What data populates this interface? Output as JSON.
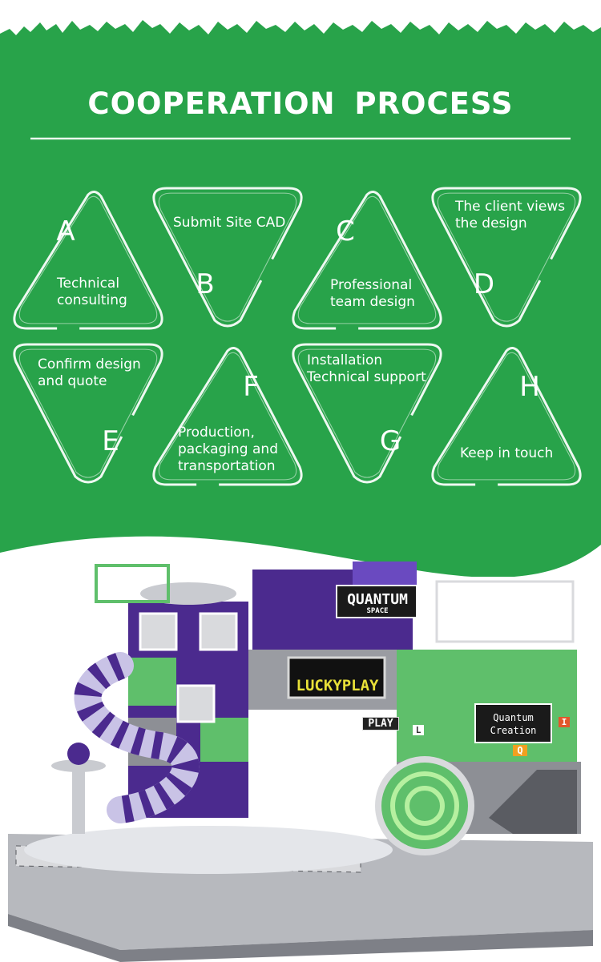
{
  "title": "COOPERATION PROCESS",
  "colors": {
    "banner_green": "#28a34a",
    "line_white": "#ffffff",
    "playground_purple": "#4b2a8e",
    "playground_green": "#5fbf6b",
    "playground_gray": "#8d8f95"
  },
  "steps": [
    {
      "letter": "A",
      "label": "Technical consulting",
      "label_lines": [
        "Technical",
        "consulting"
      ],
      "icon": "triangle-up-icon"
    },
    {
      "letter": "B",
      "label": "Submit Site CAD",
      "label_lines": [
        "Submit Site CAD"
      ],
      "icon": "triangle-down-icon"
    },
    {
      "letter": "C",
      "label": "Professional team design",
      "label_lines": [
        "Professional",
        "team design"
      ],
      "icon": "triangle-up-icon"
    },
    {
      "letter": "D",
      "label": "The client views the design",
      "label_lines": [
        "The client views",
        "the design"
      ],
      "icon": "triangle-down-icon"
    },
    {
      "letter": "E",
      "label": "Confirm design and quote",
      "label_lines": [
        "Confirm design",
        "and quote"
      ],
      "icon": "triangle-down-icon"
    },
    {
      "letter": "F",
      "label": "Production, packaging and transportation",
      "label_lines": [
        "Production,",
        "packaging and",
        "transportation"
      ],
      "icon": "triangle-up-icon"
    },
    {
      "letter": "G",
      "label": "Installation Technical support",
      "label_lines": [
        "Installation",
        "Technical support"
      ],
      "icon": "triangle-down-icon"
    },
    {
      "letter": "H",
      "label": "Keep in touch",
      "label_lines": [
        "Keep in touch"
      ],
      "icon": "triangle-up-icon"
    }
  ],
  "playground": {
    "signs": {
      "quantum_space": "QUANTUM",
      "quantum_space_sub": "SPACE",
      "lucky_play": "LUCKYPLAY",
      "play": "PLAY",
      "quantum_creation_1": "Quantum",
      "quantum_creation_2": "Creation",
      "q": "Q",
      "i": "I",
      "l": "L"
    }
  }
}
